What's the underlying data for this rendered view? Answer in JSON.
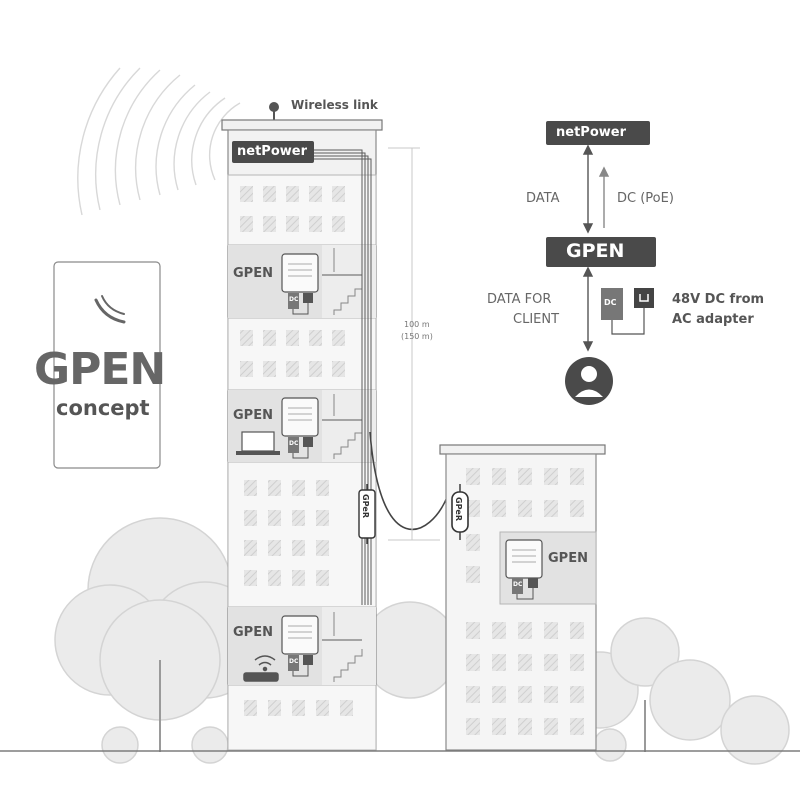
{
  "wireless_label": "Wireless link",
  "concept_card": {
    "title": "GPEN",
    "subtitle": "concept"
  },
  "tower": {
    "netpower_label": "netPower",
    "gpen_labels": [
      "GPEN",
      "GPEN",
      "GPEN"
    ],
    "dc_label": "DC",
    "distance_label": "100 m",
    "distance_label_2": "(150 m)",
    "gpr_labels": [
      "GPeR",
      "GPeR"
    ]
  },
  "annex": {
    "gpen_label": "GPEN",
    "dc_label": "DC"
  },
  "legend": {
    "netpower_label": "netPower",
    "data_label": "DATA",
    "dc_poe_label": "DC (PoE)",
    "gpen_label": "GPEN",
    "data_client_line1": "DATA FOR",
    "data_client_line2": "CLIENT",
    "dc_label": "DC",
    "adapter_line1": "48V DC from",
    "adapter_line2": "AC adapter"
  },
  "colors": {
    "dark_box": "#4a4a4a",
    "building_wall": "#f1f1f1",
    "building_band": "#e0e0e0",
    "outline": "#6a6a6a",
    "tree": "#e9e9e9",
    "text_dark": "#666666"
  }
}
